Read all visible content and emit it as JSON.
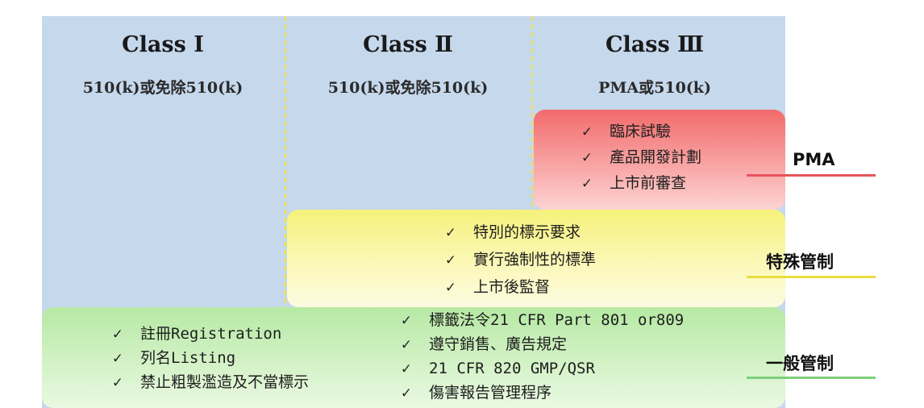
{
  "columns": [
    {
      "title": "Class Ⅰ",
      "subtitle": "510(k)或免除510(k)"
    },
    {
      "title": "Class Ⅱ",
      "subtitle": "510(k)或免除510(k)"
    },
    {
      "title": "Class Ⅲ",
      "subtitle": "PMA或510(k)"
    }
  ],
  "check_glyph": "✓",
  "pma": {
    "label": "PMA",
    "items": [
      "臨床試驗",
      "產品開發計劃",
      "上市前審查"
    ],
    "color": "#f26b6b",
    "underline_color": "#e8545c"
  },
  "special_controls": {
    "label": "特殊管制",
    "items": [
      "特別的標示要求",
      "實行強制性的標準",
      "上市後監督"
    ],
    "color": "#f6f17a",
    "underline_color": "#e8dc3c"
  },
  "general_controls": {
    "label": "一般管制",
    "left_items": [
      "註冊Registration",
      "列名Listing",
      "禁止粗製濫造及不當標示"
    ],
    "right_items": [
      "標籤法令21 CFR Part 801 or809",
      "遵守銷售、廣告規定",
      "21 CFR 820 GMP/QSR",
      "傷害報告管理程序"
    ],
    "color": "#b6e9a4",
    "underline_color": "#7fd07a"
  },
  "background_color": "#c6d8ec",
  "divider_color": "#f2e23a"
}
